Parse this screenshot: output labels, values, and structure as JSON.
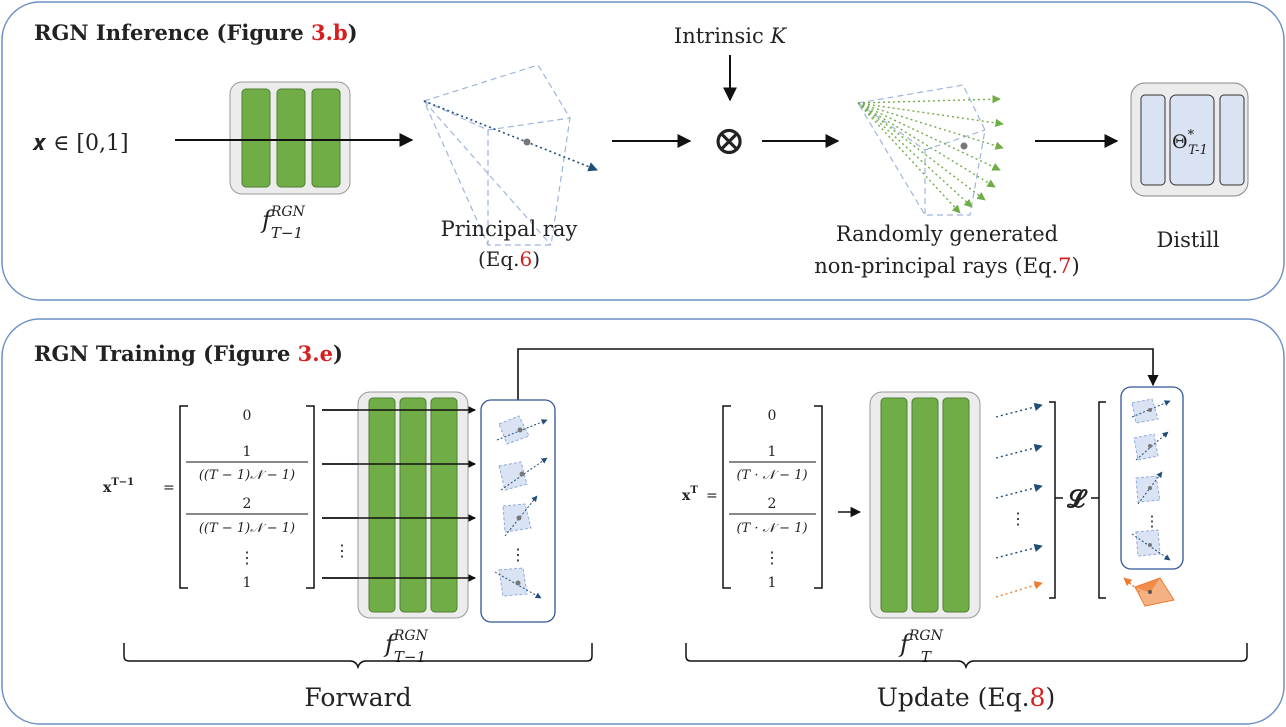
{
  "top": {
    "title_prefix": "RGN Inference (Figure ",
    "title_ref": "3.b",
    "title_suffix": ")",
    "input_label": "𝒙 ∈ [0,1]",
    "model_label": "f",
    "model_sup": "RGN",
    "model_sub": "T−1",
    "principal_label": "Principal ray",
    "principal_eq_prefix": "(Eq.",
    "principal_eq_ref": "6",
    "principal_eq_suffix": ")",
    "intrinsic_label": "Intrinsic ",
    "intrinsic_var": "K",
    "otimes": "⊗",
    "random_line1": "Randomly generated",
    "random_line2_prefix": "non-principal rays (Eq.",
    "random_line2_ref": "7",
    "random_line2_suffix": ")",
    "distill_label": "Distill",
    "theta_label": "Θ",
    "theta_sup": "*",
    "theta_sub": "T-1"
  },
  "bottom": {
    "title_prefix": "RGN Training (Figure ",
    "title_ref": "3.e",
    "title_suffix": ")",
    "left_matrix": {
      "lhs": "x",
      "lhs_sup": "T−1",
      "eq": "=",
      "row0": "0",
      "row1_num": "1",
      "row1_den": "((T − 1)𝒩 − 1)",
      "row2_num": "2",
      "row2_den": "((T − 1)𝒩 − 1)",
      "vdots": "⋮",
      "row_last": "1"
    },
    "left_vdots": "⋮",
    "left_model_label": "f",
    "left_model_sup": "RGN",
    "left_model_sub": "T−1",
    "right_matrix": {
      "lhs": "x",
      "lhs_sup": "T",
      "eq": "=",
      "row0": "0",
      "row1_num": "1",
      "row1_den": "(T · 𝒩 − 1)",
      "row2_num": "2",
      "row2_den": "(T · 𝒩 − 1)",
      "vdots": "⋮",
      "row_last": "1"
    },
    "arrow_glyph": "→",
    "right_model_label": "f",
    "right_model_sup": "RGN",
    "right_model_sub": "T",
    "loss_label": "𝓛",
    "ray_vdots": "⋮",
    "list_vdots": "⋮",
    "forward_label": "Forward",
    "update_prefix": "Update (Eq.",
    "update_ref": "8",
    "update_suffix": ")"
  },
  "colors": {
    "panel_border": "#6d8fc7",
    "green_bar": "#70ad47",
    "green_stroke": "#507e32",
    "model_bg": "#ececec",
    "ray_blue": "#1f4e79",
    "ray_green": "#70ad47",
    "ray_orange": "#ed7d31",
    "cell_fill": "#dae3f3",
    "ref_red": "#d62020"
  }
}
